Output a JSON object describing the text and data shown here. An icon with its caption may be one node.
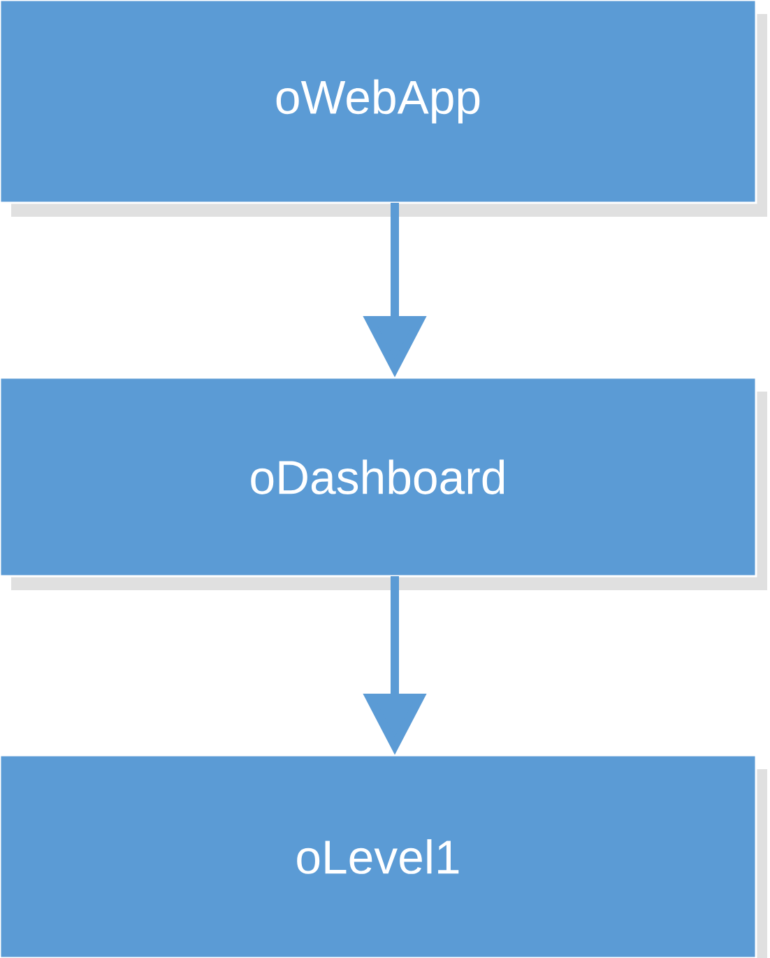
{
  "diagram": {
    "nodes": [
      {
        "text": [
          "oWebApp"
        ]
      },
      {
        "text": [
          "oDashboard"
        ]
      },
      {
        "text": [
          "oLevel1"
        ]
      }
    ],
    "edges": [
      {
        "from": 0,
        "to": 1,
        "arrow": "to"
      },
      {
        "from": 1,
        "to": 2,
        "arrow": "to"
      }
    ]
  }
}
